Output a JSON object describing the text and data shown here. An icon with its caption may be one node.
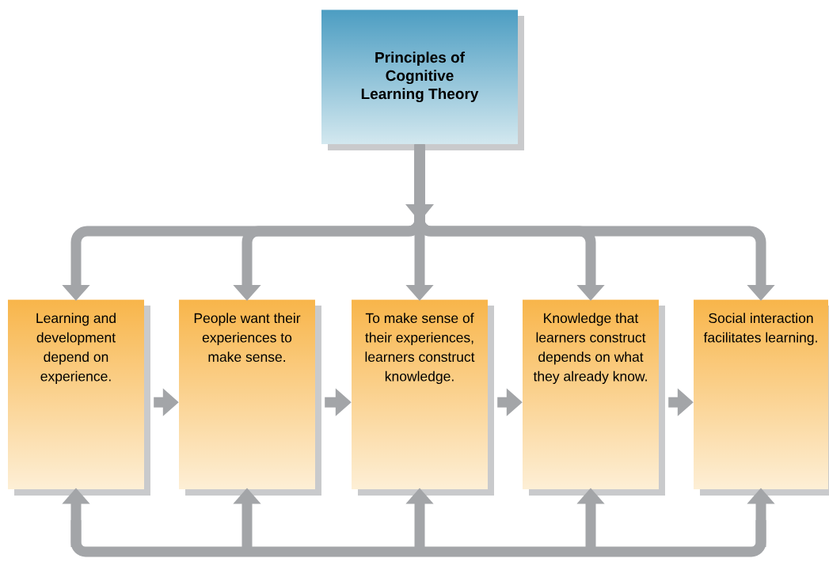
{
  "diagram": {
    "nodes": [
      {
        "text": [
          "Principles of Cognitive Learning Theory"
        ]
      },
      {
        "text": [
          "Learning and development depend on experience."
        ]
      },
      {
        "text": [
          "People want their experiences to make sense."
        ]
      },
      {
        "text": [
          "To make sense of their experiences, learners construct knowledge."
        ]
      },
      {
        "text": [
          "Knowledge that learners construct depends on what they already know."
        ]
      },
      {
        "text": [
          "Social interaction facilitates learning."
        ]
      }
    ],
    "edges": [
      {
        "from": 0,
        "to": 1,
        "arrow": "to"
      },
      {
        "from": 0,
        "to": 2,
        "arrow": "to"
      },
      {
        "from": 0,
        "to": 3,
        "arrow": "to"
      },
      {
        "from": 0,
        "to": 4,
        "arrow": "to"
      },
      {
        "from": 0,
        "to": 5,
        "arrow": "to"
      },
      {
        "from": 1,
        "to": 2,
        "arrow": "to"
      },
      {
        "from": 2,
        "to": 3,
        "arrow": "to"
      },
      {
        "from": 3,
        "to": 4,
        "arrow": "to"
      },
      {
        "from": 4,
        "to": 5,
        "arrow": "to"
      },
      {
        "from": null,
        "to": 1,
        "arrow": "to"
      },
      {
        "from": null,
        "to": 2,
        "arrow": "to"
      },
      {
        "from": null,
        "to": 3,
        "arrow": "to"
      },
      {
        "from": null,
        "to": 4,
        "arrow": "to"
      },
      {
        "from": null,
        "to": 5,
        "arrow": "to"
      }
    ]
  }
}
